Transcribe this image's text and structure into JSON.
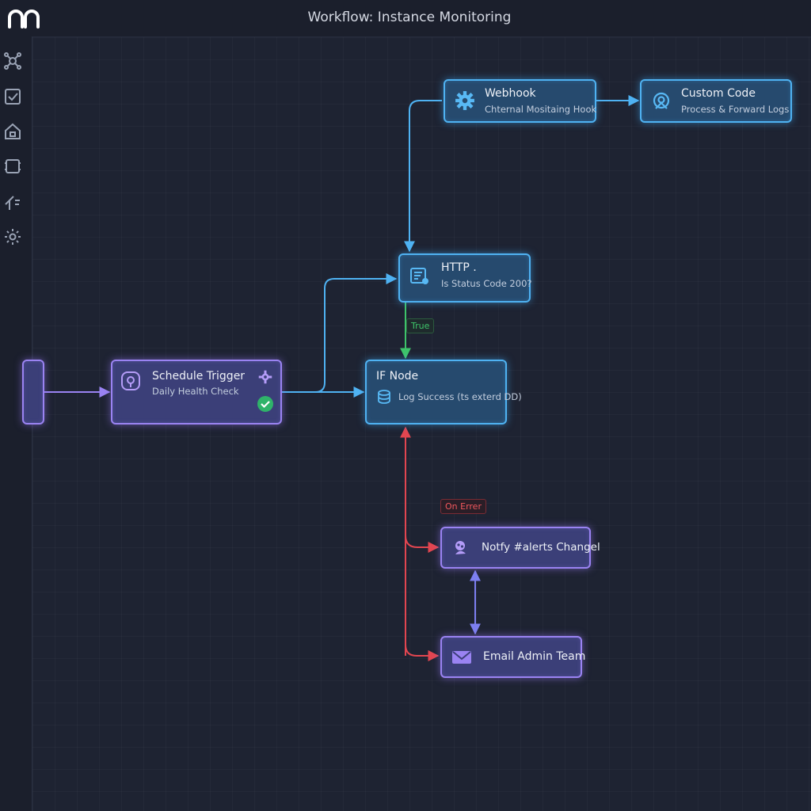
{
  "app": {
    "title": "Workflow: Instance Monitoring",
    "logo_icon": "n8n-logo-icon"
  },
  "sidebar": {
    "items": [
      {
        "icon": "nodes-icon"
      },
      {
        "icon": "checkbox-icon"
      },
      {
        "icon": "home-lock-icon"
      },
      {
        "icon": "frame-icon"
      },
      {
        "icon": "branch-icon"
      },
      {
        "icon": "gear-icon"
      }
    ]
  },
  "nodes": {
    "webhook": {
      "title": "Webhook",
      "subtitle": "Chternal Mositaing Hook",
      "icon": "gear-icon"
    },
    "custom_code": {
      "title": "Custom Code",
      "subtitle": "Process & Forward Logs",
      "icon": "code-icon"
    },
    "http": {
      "title": "HTTP .",
      "subtitle": "Is Status Code 200?",
      "icon": "http-request-icon"
    },
    "schedule": {
      "title": "Schedule Trigger",
      "subtitle": "Daily Health Check",
      "icon": "clock-icon"
    },
    "if_node": {
      "title": "IF Node",
      "subtitle": "Log Success (ts exterd DD)",
      "icon": "database-icon"
    },
    "notify": {
      "title": "Notfy #alerts Changel",
      "icon": "slack-icon"
    },
    "email": {
      "title": "Email Admin Team",
      "icon": "mail-icon"
    }
  },
  "connections": {
    "true_label": "True",
    "error_label": "On Errer"
  },
  "colors": {
    "blue": "#4fb2f2",
    "purple": "#9a83f2",
    "green": "#3ec46a",
    "red": "#e24650"
  }
}
